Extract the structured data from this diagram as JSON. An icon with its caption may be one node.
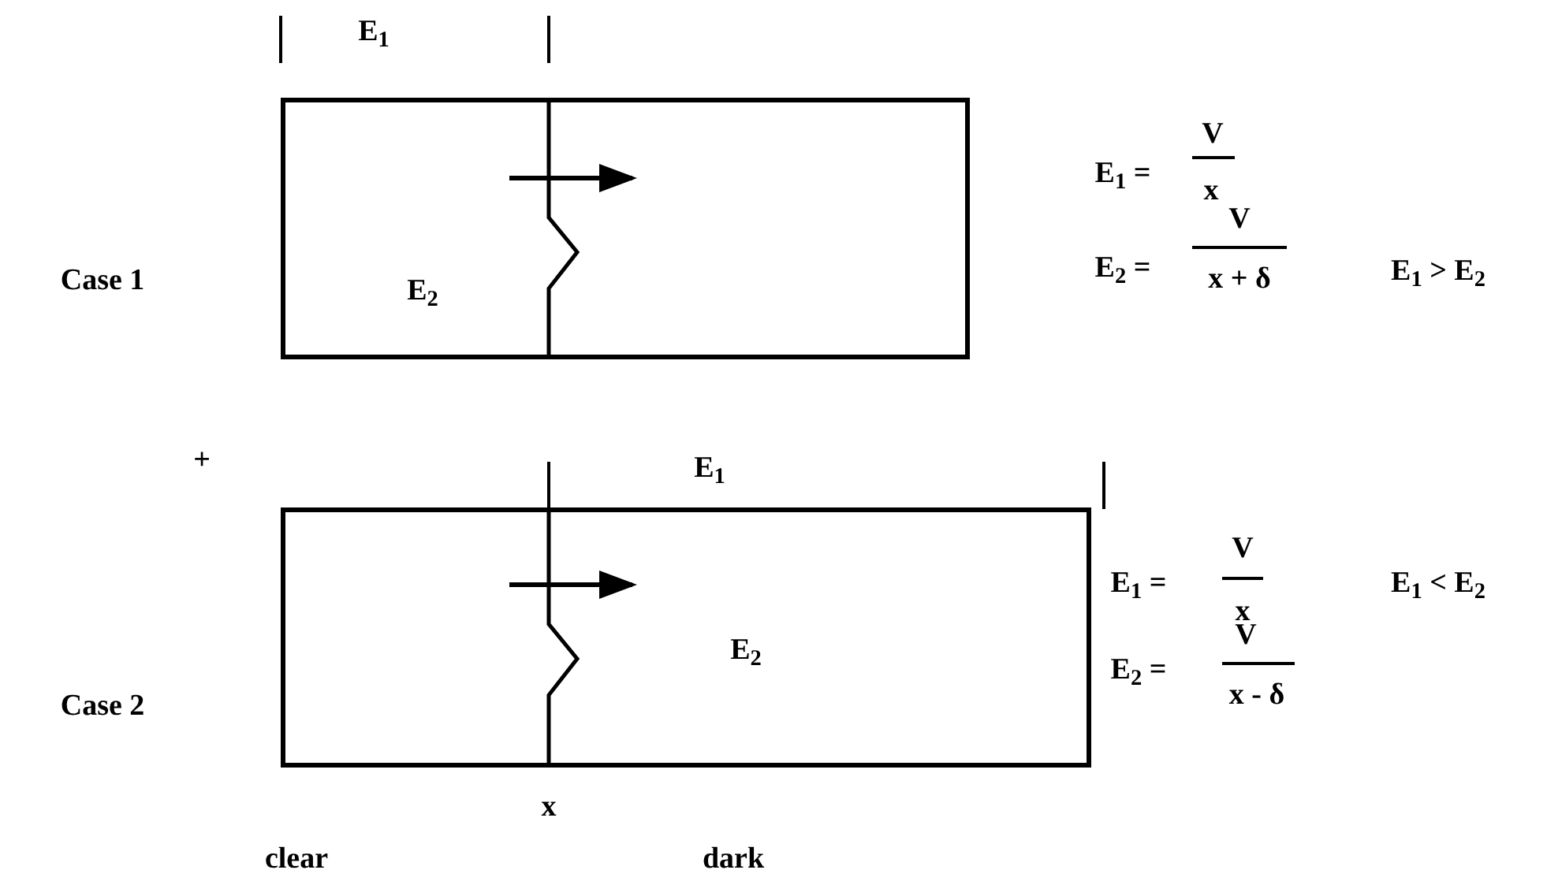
{
  "diagram": {
    "nodes": [
      {
        "text": [
          "E$_{2}$"
        ]
      },
      {
        "text": [
          "E$_{2}$"
        ]
      }
    ],
    "labels": [
      "Case 1",
      "E$_{1}$",
      "E$_{1}$ =",
      "V",
      "x",
      "E$_{2}$ =",
      "V",
      "x + δ",
      "E$_{1}$ > E$_{2}$",
      "+",
      "E$_{1}$",
      "Case 2",
      "E$_{1}$ =",
      "V",
      "x",
      "E$_{2}$ =",
      "V",
      "x - δ",
      "E$_{1}$ < E$_{2}$",
      "x",
      "clear",
      "dark"
    ]
  }
}
